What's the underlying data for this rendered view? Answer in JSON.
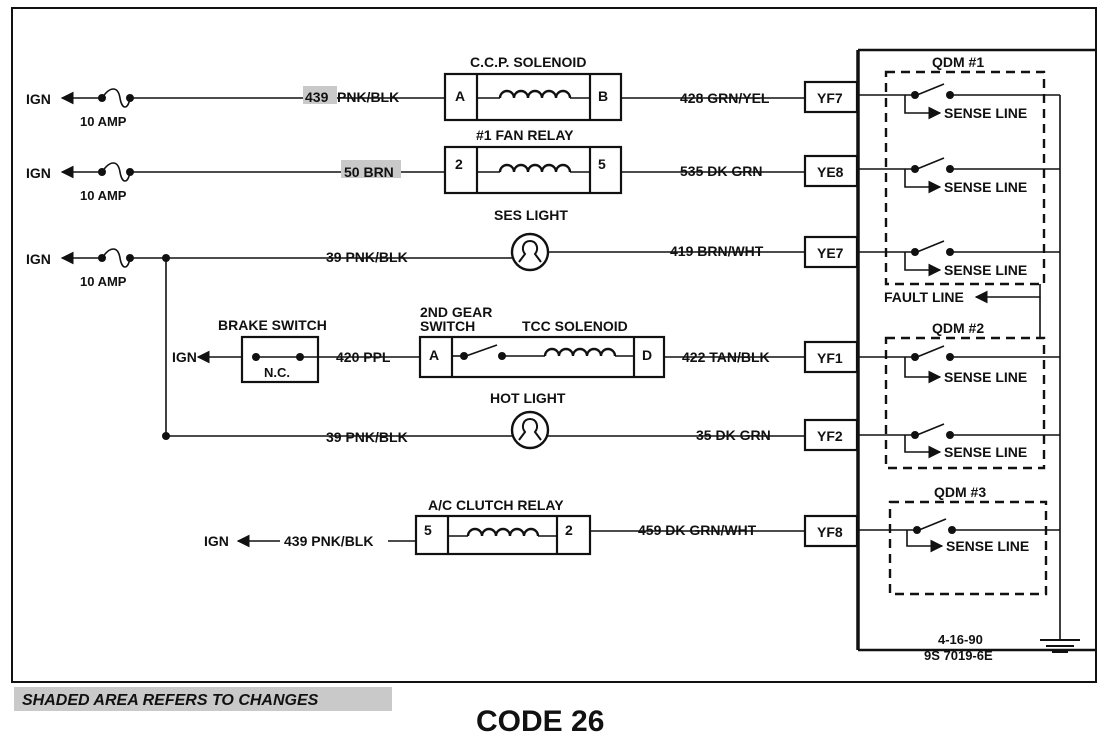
{
  "ign": "IGN",
  "fuse": "10 AMP",
  "nc": "N.C.",
  "components": {
    "ccp": {
      "title": "C.C.P. SOLENOID",
      "pin_left": "A",
      "pin_right": "B"
    },
    "fan": {
      "title": "#1 FAN RELAY",
      "pin_left": "2",
      "pin_right": "5"
    },
    "ses": {
      "title": "SES LIGHT"
    },
    "brake": {
      "title": "BRAKE SWITCH"
    },
    "gear": {
      "title_line1": "2ND GEAR",
      "title_line2": "SWITCH"
    },
    "tcc": {
      "title": "TCC SOLENOID",
      "pin_left": "A",
      "pin_right": "D"
    },
    "hot": {
      "title": "HOT LIGHT"
    },
    "ac": {
      "title": "A/C CLUTCH RELAY",
      "pin_left": "5",
      "pin_right": "2"
    }
  },
  "wires": {
    "w439_num": "439",
    "w439_color": " PNK/BLK",
    "w50": "50 BRN",
    "w39a": "39 PNK/BLK",
    "w420": "420 PPL",
    "w39b": "39 PNK/BLK",
    "w439b": "439 PNK/BLK",
    "w428": "428 GRN/YEL",
    "w535": "535 DK GRN",
    "w419": "419 BRN/WHT",
    "w422": "422 TAN/BLK",
    "w35": "35 DK GRN",
    "w459": "459 DK GRN/WHT"
  },
  "connectors": {
    "yf7": "YF7",
    "ye8": "YE8",
    "ye7": "YE7",
    "yf1": "YF1",
    "yf2": "YF2",
    "yf8": "YF8"
  },
  "ecm": {
    "qdm1": "QDM #1",
    "qdm2": "QDM #2",
    "qdm3": "QDM #3",
    "sense": "SENSE LINE",
    "fault": "FAULT LINE",
    "date": "4-16-90",
    "doc": "9S 7019-6E"
  },
  "footer": {
    "note": "SHADED AREA REFERS TO CHANGES",
    "code": "CODE 26"
  }
}
